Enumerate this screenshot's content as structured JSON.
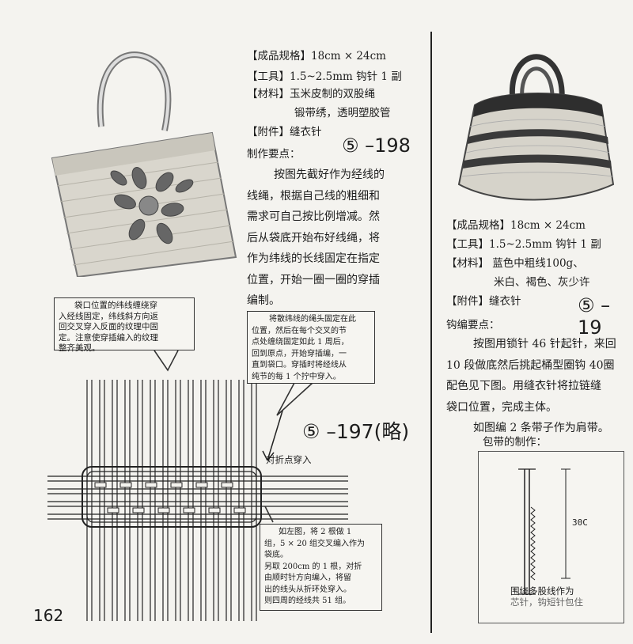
{
  "page_number": "162",
  "left_spec": {
    "size": "【成品规格】18cm × 24cm",
    "tool": "【工具】1.5~2.5mm 钩针 1 副",
    "material_1": "【材料】玉米皮制的双股绳",
    "material_2": "锻带绣，透明塑胶管",
    "accessory": "【附件】缝衣针"
  },
  "left_code": "⑤ –198",
  "left_heading": "制作要点：",
  "left_paragraph": [
    "按图先截好作为经线的",
    "线绳，根据自己线的粗细和",
    "需求可自己按比例增减。然",
    "后从袋底开始布好线绳，将",
    "作为纬线的长线固定在指定",
    "位置，开始一圈一圈的穿插",
    "编制。"
  ],
  "callout_left": [
    "袋口位置的纬线缠绕穿",
    "入经线固定，纬线斜方向返",
    "回交叉穿入反面的纹理中固",
    "定。注意使穿插编入的纹理",
    "整齐美观。"
  ],
  "callout_right": [
    "将散纬线的绳头固定在此",
    "位置，然后在每个交叉的节",
    "点处缠绕固定如此 1 周后，",
    "回到原点，开始穿插编，一",
    "直到袋口。穿插时将经线从",
    "纯节的每 1 个拧中穿入。"
  ],
  "mid_code": "⑤ –197(略)",
  "fold_label": "对折点穿入",
  "callout_bottom": [
    "如左图，将 2 根做 1",
    "组，5 × 20 组交叉编入作为",
    "袋底。",
    "另取 200cm 的 1 根，对折",
    "由顺时针方向编入，将留",
    "出的线头从折环处穿入。",
    "则四周的经线共 51 组。"
  ],
  "right_spec": {
    "size": "【成品规格】18cm × 24cm",
    "tool": "【工具】1.5~2.5mm 钩针 1 副",
    "material_1": "【材料】 蓝色中粗线100g、",
    "material_2": "米白、褐色、灰少许",
    "accessory": "【附件】缝衣针"
  },
  "right_code": "⑤ –19",
  "right_heading": "钩编要点：",
  "right_paragraph": [
    "按图用锁针 46 针起针，来回",
    "10 段做底然后挑起桶型圈钩 40圈",
    "配色见下图。用缝衣针将拉链缝",
    "袋口位置，完成主体。"
  ],
  "right_strap_line": "如图编 2 条带子作为肩带。",
  "strap_heading": "包带的制作：",
  "strap_dim": "30C",
  "strap_caption_1": "围绕多股线作为",
  "strap_caption_2": "芯针，钩短针包住",
  "colors": {
    "ink": "#1d1d1d",
    "paper": "#f4f3ef",
    "straw": "#d8d5cc",
    "blue_band": "#3a3a3a"
  }
}
